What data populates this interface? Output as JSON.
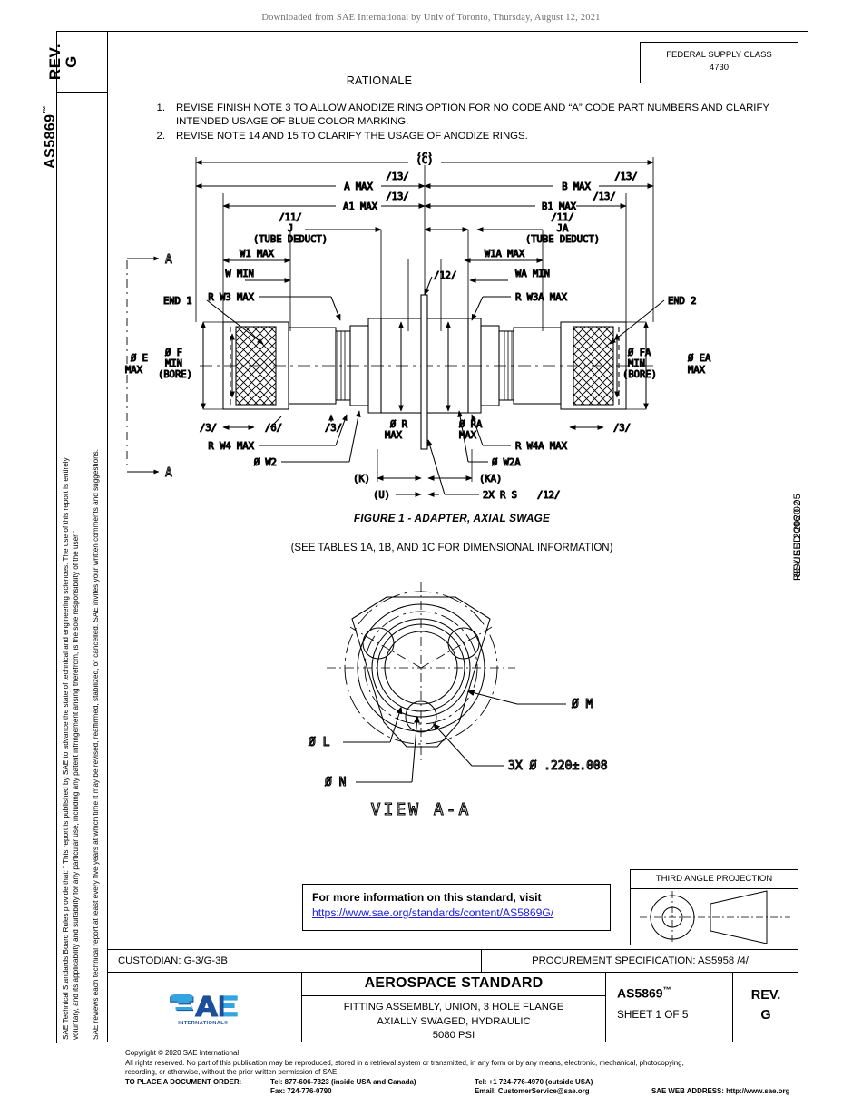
{
  "banner": "Downloaded from SAE International by Univ of Toronto, Thursday, August 12, 2021",
  "rail": {
    "rev_label": "REV.",
    "rev_value": "G",
    "doc_id": "AS5869",
    "doc_tm": "™",
    "legal_line1": "SAE Technical Standards Board Rules provide that: ” This report is published by SAE to advance the state of technical and engineering sciences. The use of this report is entirely",
    "legal_line2": "voluntary, and its applicability and suitability for any particular use, including any patent infringement arising therefrom, is the sole responsibility of the user.”",
    "legal_line3": "SAE reviews each technical report at least every five years at which time it may be revised, reaffirmed, stabilized, or cancelled. SAE invites your written comments and suggestions."
  },
  "right_rail": {
    "revised": "REVISED 2020-05",
    "issued": "ISSUED 2006-02"
  },
  "fsc": {
    "label": "FEDERAL SUPPLY CLASS",
    "value": "4730"
  },
  "rationale": {
    "title": "RATIONALE",
    "items": [
      {
        "num": "1.",
        "text": "REVISE FINISH NOTE 3 TO ALLOW ANODIZE RING OPTION FOR NO CODE AND “A” CODE PART NUMBERS AND CLARIFY INTENDED USAGE OF BLUE COLOR MARKING."
      },
      {
        "num": "2.",
        "text": "REVISE NOTE 14 AND 15 TO CLARIFY THE USAGE OF ANODIZE RINGS."
      }
    ]
  },
  "figure": {
    "caption": "FIGURE 1 - ADAPTER, AXIAL SWAGE",
    "subcaption": "(SEE TABLES 1A, 1B, AND 1C FOR DIMENSIONAL INFORMATION)",
    "view_label": "VIEW A-A",
    "callouts": {
      "c": "(C)",
      "a_max": "A    MAX",
      "b_max": "B    MAX",
      "a1_max": "A1   MAX",
      "b1_max": "B1   MAX",
      "note13": "/13/",
      "note11": "/11/",
      "note12": "/12/",
      "note3": "/3/",
      "note6": "/6/",
      "j": "J",
      "ja": "JA",
      "tube_deduct": "(TUBE DEDUCT)",
      "w1_max": "W1 MAX",
      "w1a_max": "W1A MAX",
      "w_min": "W MIN",
      "wa_min": "WA MIN",
      "rw3_max": "R W3 MAX",
      "rw3a_max": "R W3A MAX",
      "rw4_max": "R W4 MAX",
      "rw4a_max": "R W4A MAX",
      "end1": "END 1",
      "end2": "END 2",
      "section_a": "A",
      "e_max": "Ø E\nMAX",
      "f_min_bore": "Ø  F\nMIN\n(BORE)",
      "fa_min_bore": "Ø FA\nMIN\n(BORE)",
      "ea_max": "Ø EA\nMAX",
      "r_max": "Ø R\nMAX",
      "ra_max": "Ø RA\nMAX",
      "w2": "Ø W2",
      "w2a": "Ø W2A",
      "k": "(K)",
      "ka": "(KA)",
      "u": "(U)",
      "rs": "2X  R  S",
      "dia_l": "Ø L",
      "dia_m": "Ø M",
      "dia_n": "Ø N",
      "holes": "3X  Ø  .220 ± .008"
    }
  },
  "infobox": {
    "line1": "For more information on this standard, visit",
    "url": "https://www.sae.org/standards/content/AS5869G/"
  },
  "third_angle": {
    "label": "THIRD ANGLE PROJECTION"
  },
  "custodian": {
    "left": "CUSTODIAN: G-3/G-3B",
    "right": "PROCUREMENT SPECIFICATION: AS5958 /4/"
  },
  "title_block": {
    "logo_text": "SAE",
    "logo_sub": "INTERNATIONAL®",
    "standard_type": "AEROSPACE STANDARD",
    "desc_line1": "FITTING ASSEMBLY, UNION, 3 HOLE FLANGE",
    "desc_line2": "AXIALLY SWAGED, HYDRAULIC",
    "desc_line3": "5080 PSI",
    "part_number": "AS5869",
    "part_tm": "™",
    "sheet": "SHEET 1 OF 5",
    "rev_label": "REV.",
    "rev_value": "G"
  },
  "footer": {
    "copyright": "Copyright © 2020 SAE International",
    "rights1": "All rights reserved. No part of this publication may be reproduced, stored in a retrieval system or transmitted, in any form or by any means, electronic, mechanical, photocopying,",
    "rights2": "recording, or otherwise, without the prior written permission of SAE.",
    "order_label": "TO PLACE A DOCUMENT ORDER:",
    "tel_inside": "Tel: 877-606-7323 (inside USA and Canada)",
    "fax": "Fax: 724-776-0790",
    "tel_outside": "Tel: +1 724-776-4970 (outside USA)",
    "email": "Email: CustomerService@sae.org",
    "web": "SAE WEB ADDRESS: http://www.sae.org"
  },
  "colors": {
    "link": "#1a1ae6",
    "logo_dark": "#1b4f9c",
    "logo_light": "#32a5e0",
    "banner_gray": "#6d6d6d"
  }
}
